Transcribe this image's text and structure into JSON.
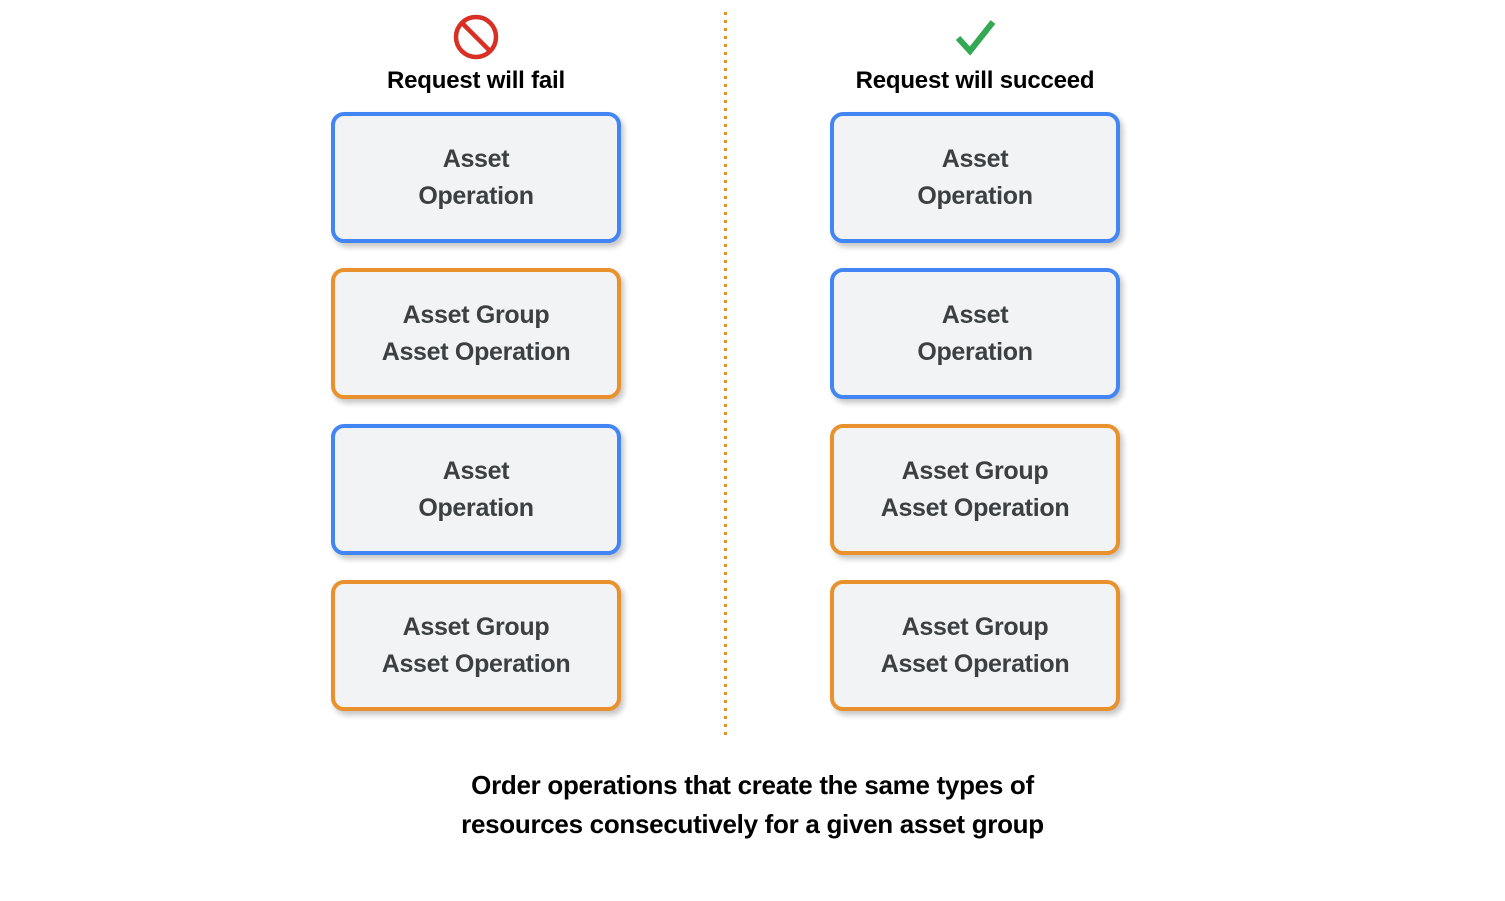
{
  "columns": [
    {
      "key": "fail",
      "icon": "prohibition-icon",
      "icon_color": "#D93025",
      "title": "Request will fail",
      "cards": [
        {
          "accent": "blue",
          "accent_color": "#4285F4",
          "lines": [
            "Asset",
            "Operation"
          ]
        },
        {
          "accent": "orange",
          "accent_color": "#E8912D",
          "lines": [
            "Asset Group",
            "Asset Operation"
          ]
        },
        {
          "accent": "blue",
          "accent_color": "#4285F4",
          "lines": [
            "Asset",
            "Operation"
          ]
        },
        {
          "accent": "orange",
          "accent_color": "#E8912D",
          "lines": [
            "Asset Group",
            "Asset Operation"
          ]
        }
      ]
    },
    {
      "key": "succeed",
      "icon": "check-icon",
      "icon_color": "#34A853",
      "title": "Request will succeed",
      "cards": [
        {
          "accent": "blue",
          "accent_color": "#4285F4",
          "lines": [
            "Asset",
            "Operation"
          ]
        },
        {
          "accent": "blue",
          "accent_color": "#4285F4",
          "lines": [
            "Asset",
            "Operation"
          ]
        },
        {
          "accent": "orange",
          "accent_color": "#E8912D",
          "lines": [
            "Asset Group",
            "Asset Operation"
          ]
        },
        {
          "accent": "orange",
          "accent_color": "#E8912D",
          "lines": [
            "Asset Group",
            "Asset Operation"
          ]
        }
      ]
    }
  ],
  "divider": {
    "style": "dotted-vertical",
    "color": "#E8912D"
  },
  "caption": {
    "lines": [
      "Order operations that create the same types of",
      "resources consecutively for a given asset group"
    ]
  },
  "colors": {
    "card_fill": "#F1F3F4",
    "card_text": "#3C4043",
    "blue_accent": "#4285F4",
    "orange_accent": "#E8912D",
    "fail_icon": "#D93025",
    "succeed_icon": "#34A853",
    "background": "#FFFFFF"
  }
}
